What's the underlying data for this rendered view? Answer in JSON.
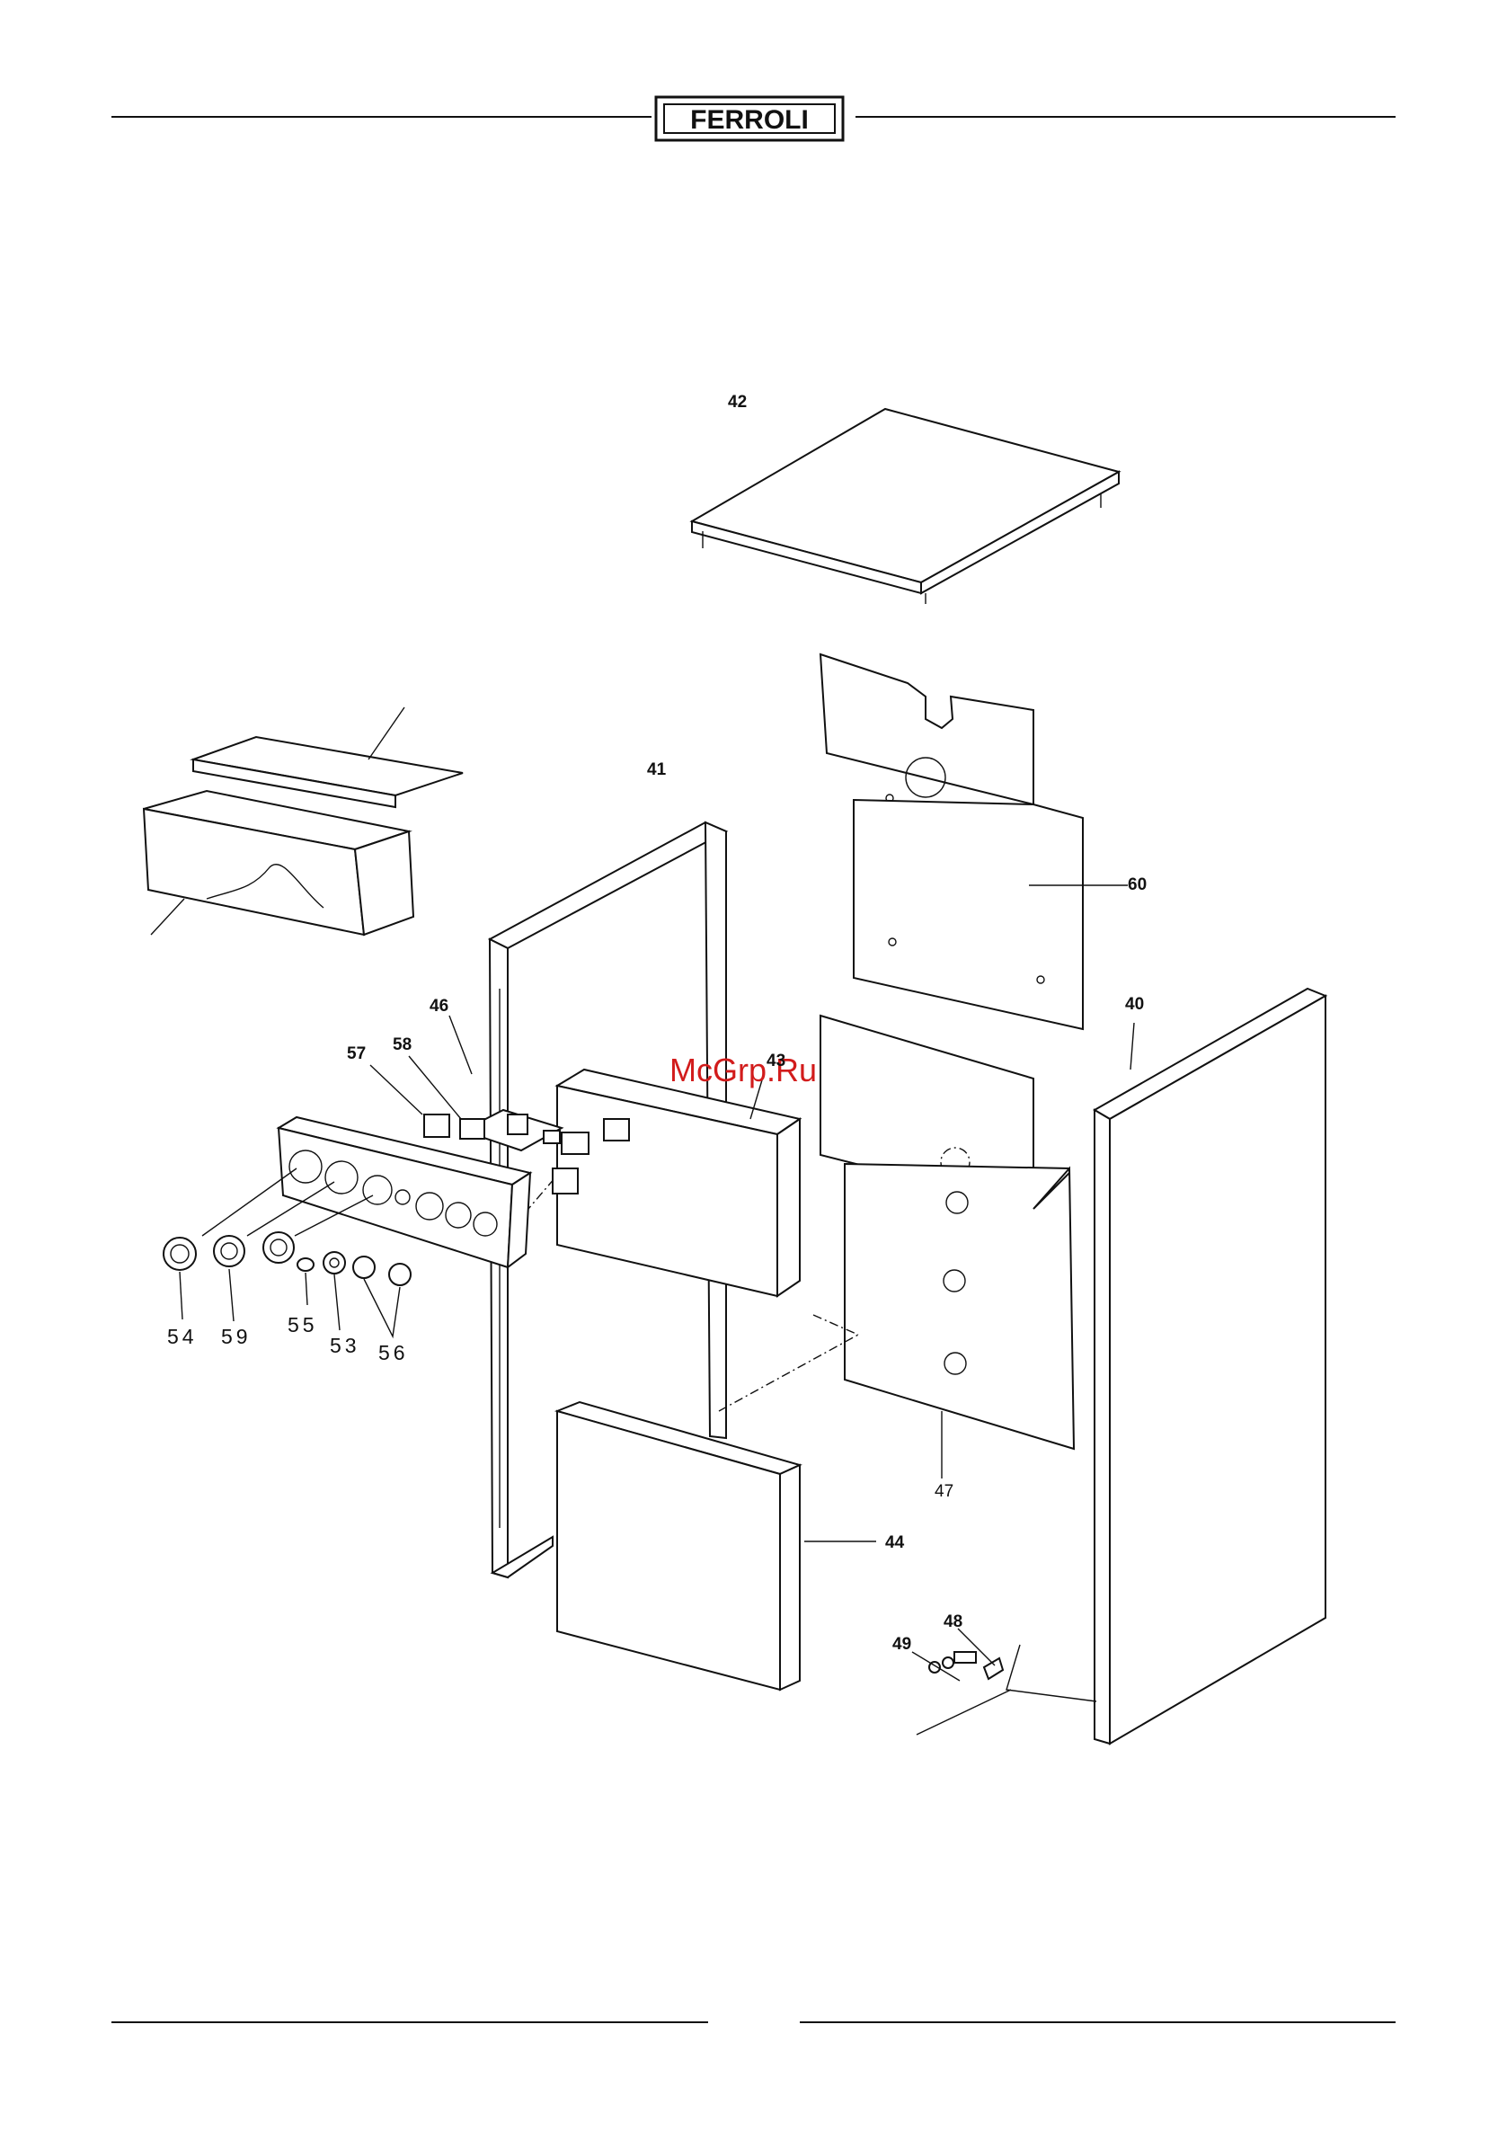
{
  "header": {
    "logo_text": "FERROLI"
  },
  "watermark": "McGrp.Ru",
  "callouts": {
    "c40": "40",
    "c41": "41",
    "c42": "42",
    "c43": "43",
    "c44": "44",
    "c46": "46",
    "c47": "47",
    "c48": "48",
    "c49": "49",
    "c53": "53",
    "c54": "54",
    "c55": "55",
    "c56": "56",
    "c57": "57",
    "c58": "58",
    "c59": "59",
    "c60": "60"
  }
}
